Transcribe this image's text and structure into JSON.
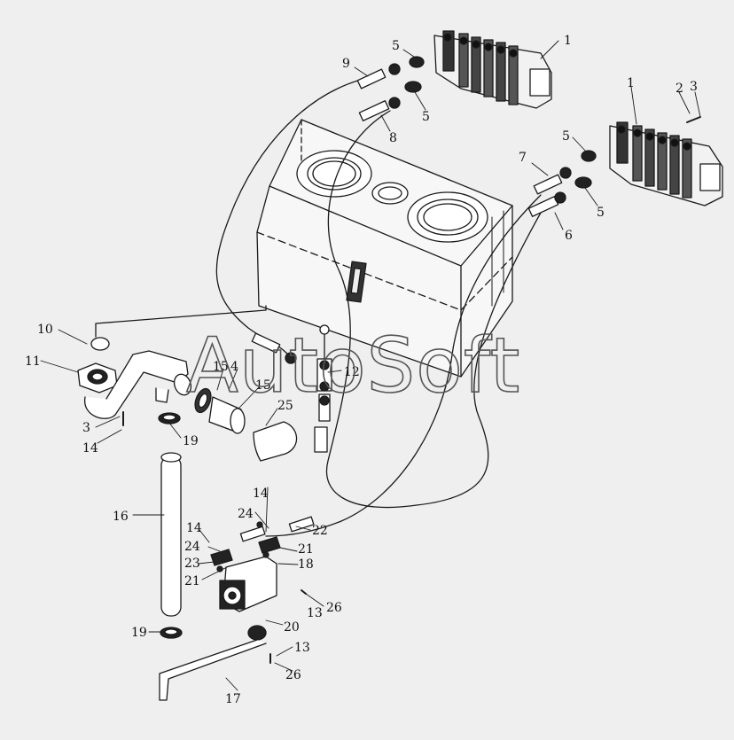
{
  "diagram": {
    "watermark": "AutoSoft",
    "part_labels": {
      "l1a": "1",
      "l1b": "1",
      "l2": "2",
      "l3a": "3",
      "l3b": "3",
      "l4": "4",
      "l5a": "5",
      "l5b": "5",
      "l5c": "5",
      "l5d": "5",
      "l6": "6",
      "l7": "7",
      "l8": "8",
      "l9": "9",
      "l10": "10",
      "l11": "11",
      "l12": "12",
      "l13a": "13",
      "l13b": "13",
      "l14a": "14",
      "l14b": "14",
      "l14c": "14",
      "l15a": "15",
      "l15b": "15",
      "l16": "16",
      "l17": "17",
      "l18": "18",
      "l19a": "19",
      "l19b": "19",
      "l20": "20",
      "l21a": "21",
      "l21b": "21",
      "l22": "22",
      "l23": "23",
      "l24a": "24",
      "l24b": "24",
      "l25": "25",
      "l26a": "26",
      "l26b": "26"
    }
  }
}
